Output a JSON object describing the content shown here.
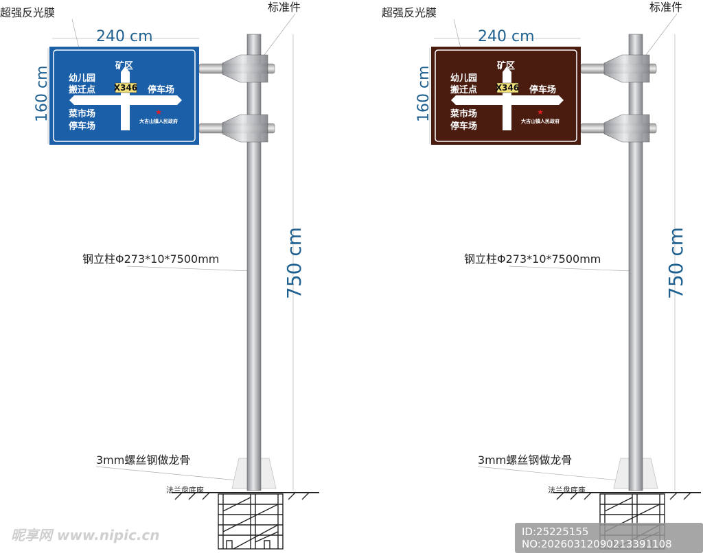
{
  "panels": [
    {
      "sign_color": "#1a5fa8",
      "reflective_film": "超强反光膜",
      "standard_part": "标准件",
      "width_dim": "240 cm",
      "height_dim": "160 cm",
      "pole_height_dim": "750 cm",
      "pole_spec": "钢立柱Φ273*10*7500mm",
      "frame_spec": "3mm螺丝钢做龙骨",
      "base": "法兰盘底座",
      "sign": {
        "up": "矿区",
        "left_top_1": "幼儿园",
        "left_top_2": "搬迁点",
        "route": "X346",
        "right": "停车场",
        "left_bottom_1": "菜市场",
        "left_bottom_2": "停车场",
        "gov": "大吉山镇人民政府"
      }
    },
    {
      "sign_color": "#4a1c10",
      "reflective_film": "超强反光膜",
      "standard_part": "标准件",
      "width_dim": "240 cm",
      "height_dim": "160 cm",
      "pole_height_dim": "750 cm",
      "pole_spec": "钢立柱Φ273*10*7500mm",
      "frame_spec": "3mm螺丝钢做龙骨",
      "base": "法兰盘底座",
      "sign": {
        "up": "矿区",
        "left_top_1": "幼儿园",
        "left_top_2": "搬迁点",
        "route": "X346",
        "right": "停车场",
        "left_bottom_1": "菜市场",
        "left_bottom_2": "停车场",
        "gov": "大吉山镇人民政府"
      }
    }
  ],
  "watermark": {
    "logo": "昵享网 www.nipic.cn",
    "id": "ID:25225155 NO:20260312090213391108"
  }
}
